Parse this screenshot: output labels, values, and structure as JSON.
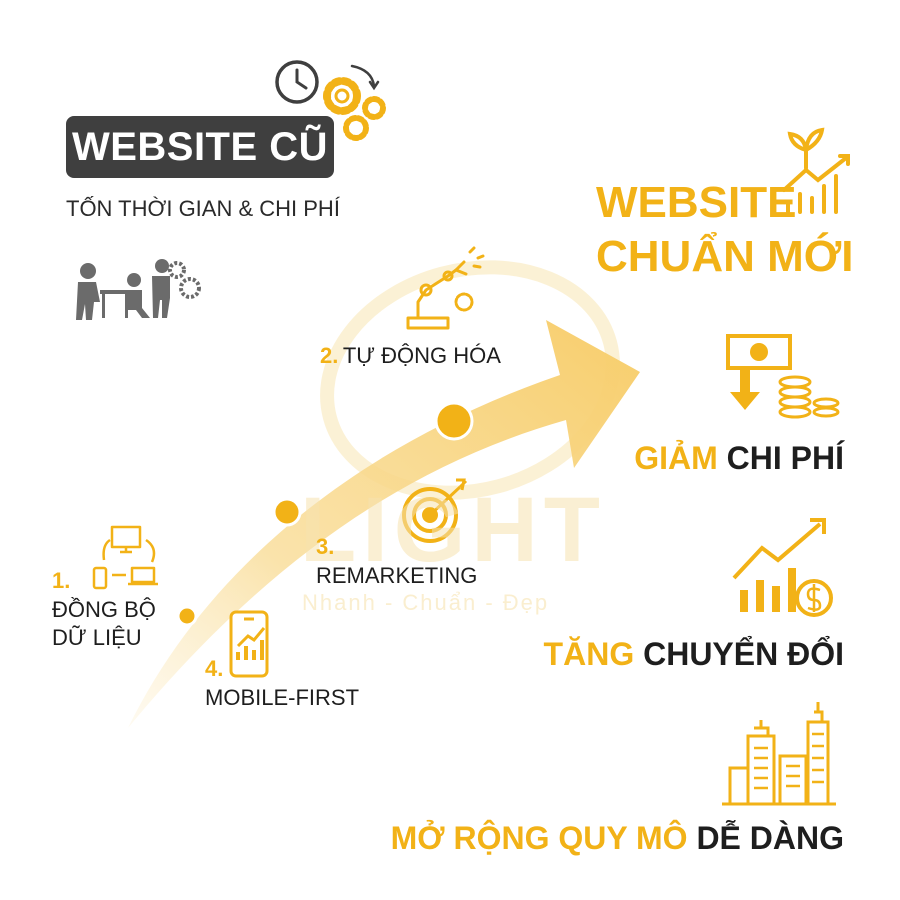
{
  "old": {
    "badge": "WEBSITE CŨ",
    "subtitle": "TỐN THỜI GIAN & CHI PHÍ"
  },
  "new": {
    "title_line1": "WEBSITE",
    "title_line2": "CHUẨN MỚI"
  },
  "steps": [
    {
      "num": "1.",
      "line1": "ĐỒNG BỘ",
      "line2": "DỮ LIỆU"
    },
    {
      "num": "2.",
      "label": "TỰ ĐỘNG HÓA"
    },
    {
      "num": "3.",
      "label": "REMARKETING"
    },
    {
      "num": "4.",
      "label": "MOBILE-FIRST"
    }
  ],
  "benefits": [
    {
      "yellow": "GIẢM",
      "dark": "CHI PHÍ"
    },
    {
      "yellow": "TĂNG",
      "dark": "CHUYỂN ĐỔI"
    },
    {
      "yellow": "MỞ RỘNG QUY MÔ",
      "dark": "DỄ DÀNG"
    }
  ],
  "watermark": {
    "brand": "LIGHT",
    "tagline": "Nhanh - Chuẩn - Đẹp"
  },
  "colors": {
    "accent": "#f2b217",
    "dark": "#3f3f3f",
    "icon_gray": "#6b6b6b"
  }
}
